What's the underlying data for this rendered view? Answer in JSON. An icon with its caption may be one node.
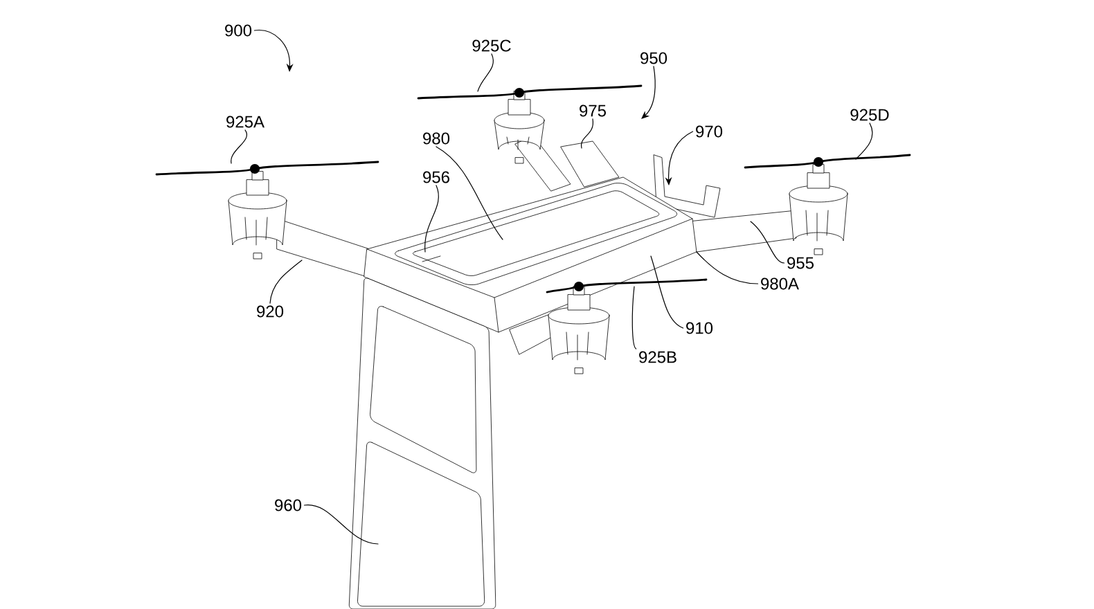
{
  "diagram": {
    "nodes": [
      {
        "text": [
          "900"
        ]
      },
      {
        "text": [
          "925C"
        ]
      },
      {
        "text": [
          "950"
        ]
      },
      {
        "text": [
          "925A"
        ]
      },
      {
        "text": [
          "975"
        ]
      },
      {
        "text": [
          "925D"
        ]
      },
      {
        "text": [
          "970"
        ]
      },
      {
        "text": [
          "980"
        ]
      },
      {
        "text": [
          "956"
        ]
      },
      {
        "text": [
          "955"
        ]
      },
      {
        "text": [
          "980A"
        ]
      },
      {
        "text": [
          "920"
        ]
      },
      {
        "text": [
          "910"
        ]
      },
      {
        "text": [
          "925B"
        ]
      },
      {
        "text": [
          "960"
        ]
      }
    ],
    "edges": [
      {
        "from": 0,
        "to": null,
        "arrow": "to"
      },
      {
        "from": 1,
        "to": null,
        "arrow": "none"
      },
      {
        "from": 2,
        "to": null,
        "arrow": "to"
      },
      {
        "from": 3,
        "to": null,
        "arrow": "none"
      },
      {
        "from": 4,
        "to": null,
        "arrow": "none"
      },
      {
        "from": 5,
        "to": null,
        "arrow": "none"
      },
      {
        "from": 6,
        "to": null,
        "arrow": "to"
      },
      {
        "from": 7,
        "to": null,
        "arrow": "none"
      },
      {
        "from": 8,
        "to": null,
        "arrow": "none"
      },
      {
        "from": 9,
        "to": null,
        "arrow": "none"
      },
      {
        "from": 10,
        "to": null,
        "arrow": "none"
      },
      {
        "from": 11,
        "to": null,
        "arrow": "none"
      },
      {
        "from": 12,
        "to": null,
        "arrow": "none"
      },
      {
        "from": 13,
        "to": null,
        "arrow": "none"
      },
      {
        "from": 14,
        "to": null,
        "arrow": "none"
      }
    ]
  }
}
